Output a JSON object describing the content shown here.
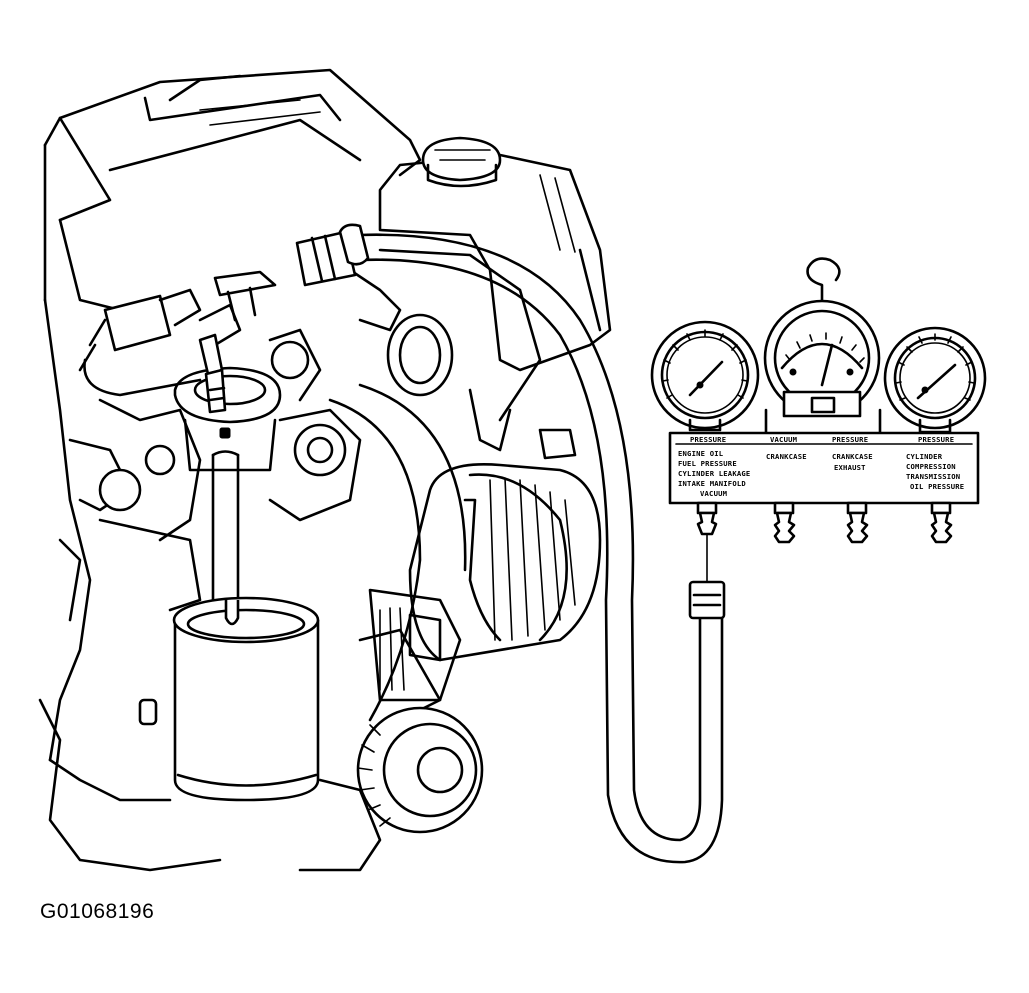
{
  "figure": {
    "id": "G01068196"
  },
  "gauge_plate": {
    "headers": [
      "PRESSURE",
      "VACUUM",
      "PRESSURE",
      "PRESSURE"
    ],
    "column_1": [
      "ENGINE OIL",
      "FUEL PRESSURE",
      "CYLINDER LEAKAGE",
      "INTAKE MANIFOLD",
      "VACUUM"
    ],
    "column_2": [
      "CRANKCASE"
    ],
    "column_3": [
      "CRANKCASE",
      "EXHAUST"
    ],
    "column_4": [
      "CYLINDER",
      "COMPRESSION",
      "TRANSMISSION",
      "OIL PRESSURE"
    ]
  }
}
